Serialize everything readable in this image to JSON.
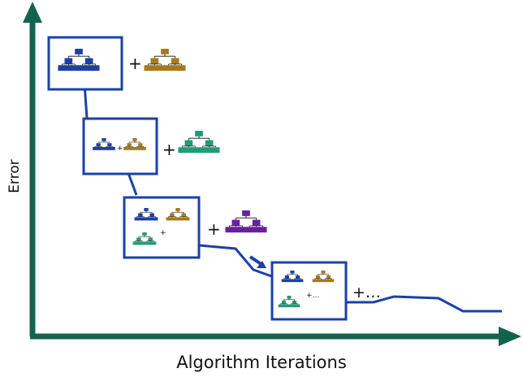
{
  "axes": {
    "x_label": "Algorithm Iterations",
    "y_label": "Error",
    "axis_color": "#12644f"
  },
  "colors": {
    "line": "#1b40a8",
    "tree_blue": "#1b40a8",
    "tree_gold": "#a67a1a",
    "tree_green": "#1f9c78",
    "tree_purple": "#6a1fa0",
    "tree_edges": "#111111"
  },
  "stages": [
    {
      "name": "stage-1",
      "trees_in_box": [
        "tree_blue"
      ],
      "added_tree": "tree_gold",
      "plus": "+"
    },
    {
      "name": "stage-2",
      "trees_in_box": [
        "tree_blue",
        "tree_gold"
      ],
      "added_tree": "tree_green",
      "plus": "+"
    },
    {
      "name": "stage-3",
      "trees_in_box": [
        "tree_blue",
        "tree_gold",
        "tree_green"
      ],
      "added_tree": "tree_purple",
      "plus": "+"
    },
    {
      "name": "stage-4",
      "trees_in_box": [
        "tree_blue",
        "tree_gold",
        "tree_green"
      ],
      "added_tree": null,
      "plus": "+…"
    }
  ]
}
